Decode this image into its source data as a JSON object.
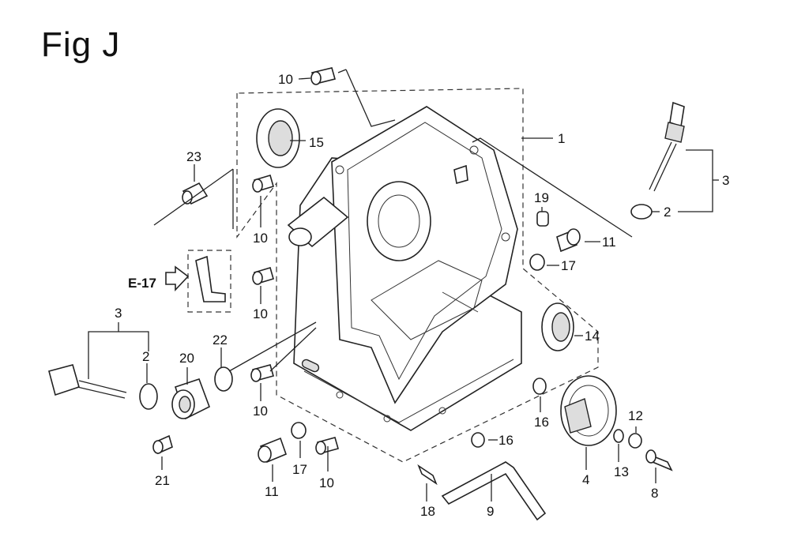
{
  "figure": {
    "title": "Fig J"
  },
  "reference": {
    "label": "E-17"
  },
  "callouts": [
    {
      "id": "c1",
      "text": "1"
    },
    {
      "id": "c2a",
      "text": "2"
    },
    {
      "id": "c2b",
      "text": "2"
    },
    {
      "id": "c3a",
      "text": "3"
    },
    {
      "id": "c3b",
      "text": "3"
    },
    {
      "id": "c4",
      "text": "4"
    },
    {
      "id": "c8",
      "text": "8"
    },
    {
      "id": "c9",
      "text": "9"
    },
    {
      "id": "c10a",
      "text": "10"
    },
    {
      "id": "c10b",
      "text": "10"
    },
    {
      "id": "c10c",
      "text": "10"
    },
    {
      "id": "c10d",
      "text": "10"
    },
    {
      "id": "c10e",
      "text": "10"
    },
    {
      "id": "c11a",
      "text": "11"
    },
    {
      "id": "c11b",
      "text": "11"
    },
    {
      "id": "c12",
      "text": "12"
    },
    {
      "id": "c13",
      "text": "13"
    },
    {
      "id": "c14",
      "text": "14"
    },
    {
      "id": "c15",
      "text": "15"
    },
    {
      "id": "c16a",
      "text": "16"
    },
    {
      "id": "c16b",
      "text": "16"
    },
    {
      "id": "c17a",
      "text": "17"
    },
    {
      "id": "c17b",
      "text": "17"
    },
    {
      "id": "c18",
      "text": "18"
    },
    {
      "id": "c19",
      "text": "19"
    },
    {
      "id": "c20",
      "text": "20"
    },
    {
      "id": "c21",
      "text": "21"
    },
    {
      "id": "c22",
      "text": "22"
    },
    {
      "id": "c23",
      "text": "23"
    }
  ]
}
